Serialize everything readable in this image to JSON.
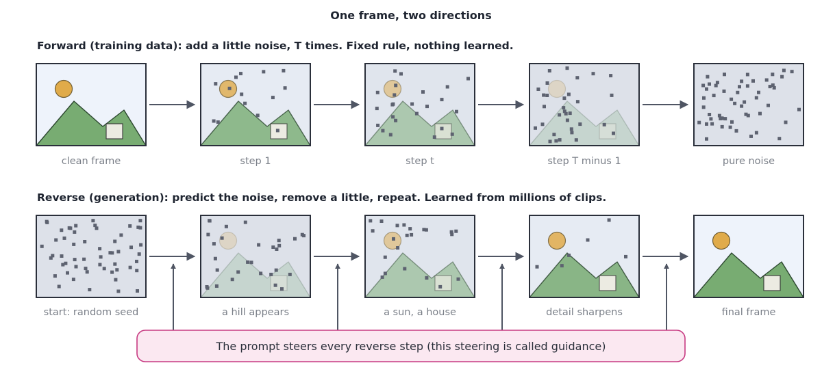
{
  "title": "One frame, two directions",
  "forward": {
    "heading": "Forward (training data): add a little noise, T times. Fixed rule, nothing learned.",
    "captions": [
      "clean frame",
      "step 1",
      "step t",
      "step T minus 1",
      "pure noise"
    ]
  },
  "reverse": {
    "heading": "Reverse (generation): predict the noise, remove a little, repeat. Learned from millions of clips.",
    "captions": [
      "start: random seed",
      "a hill appears",
      "a sun, a house",
      "detail sharpens",
      "final frame"
    ]
  },
  "guidance": {
    "label": "The prompt steers every reverse step (this steering is called guidance)"
  },
  "colors": {
    "frame_bg_clean": "#eef3fb",
    "frame_bg_noisy": "#dde1e9",
    "hill": "#78ac72",
    "sun": "#e0ab4a",
    "house": "#ecebe2",
    "noise": "#5d6270",
    "arrow": "#4f5563",
    "guidance_fill": "#fbe8f1",
    "guidance_stroke": "#c73a82"
  }
}
